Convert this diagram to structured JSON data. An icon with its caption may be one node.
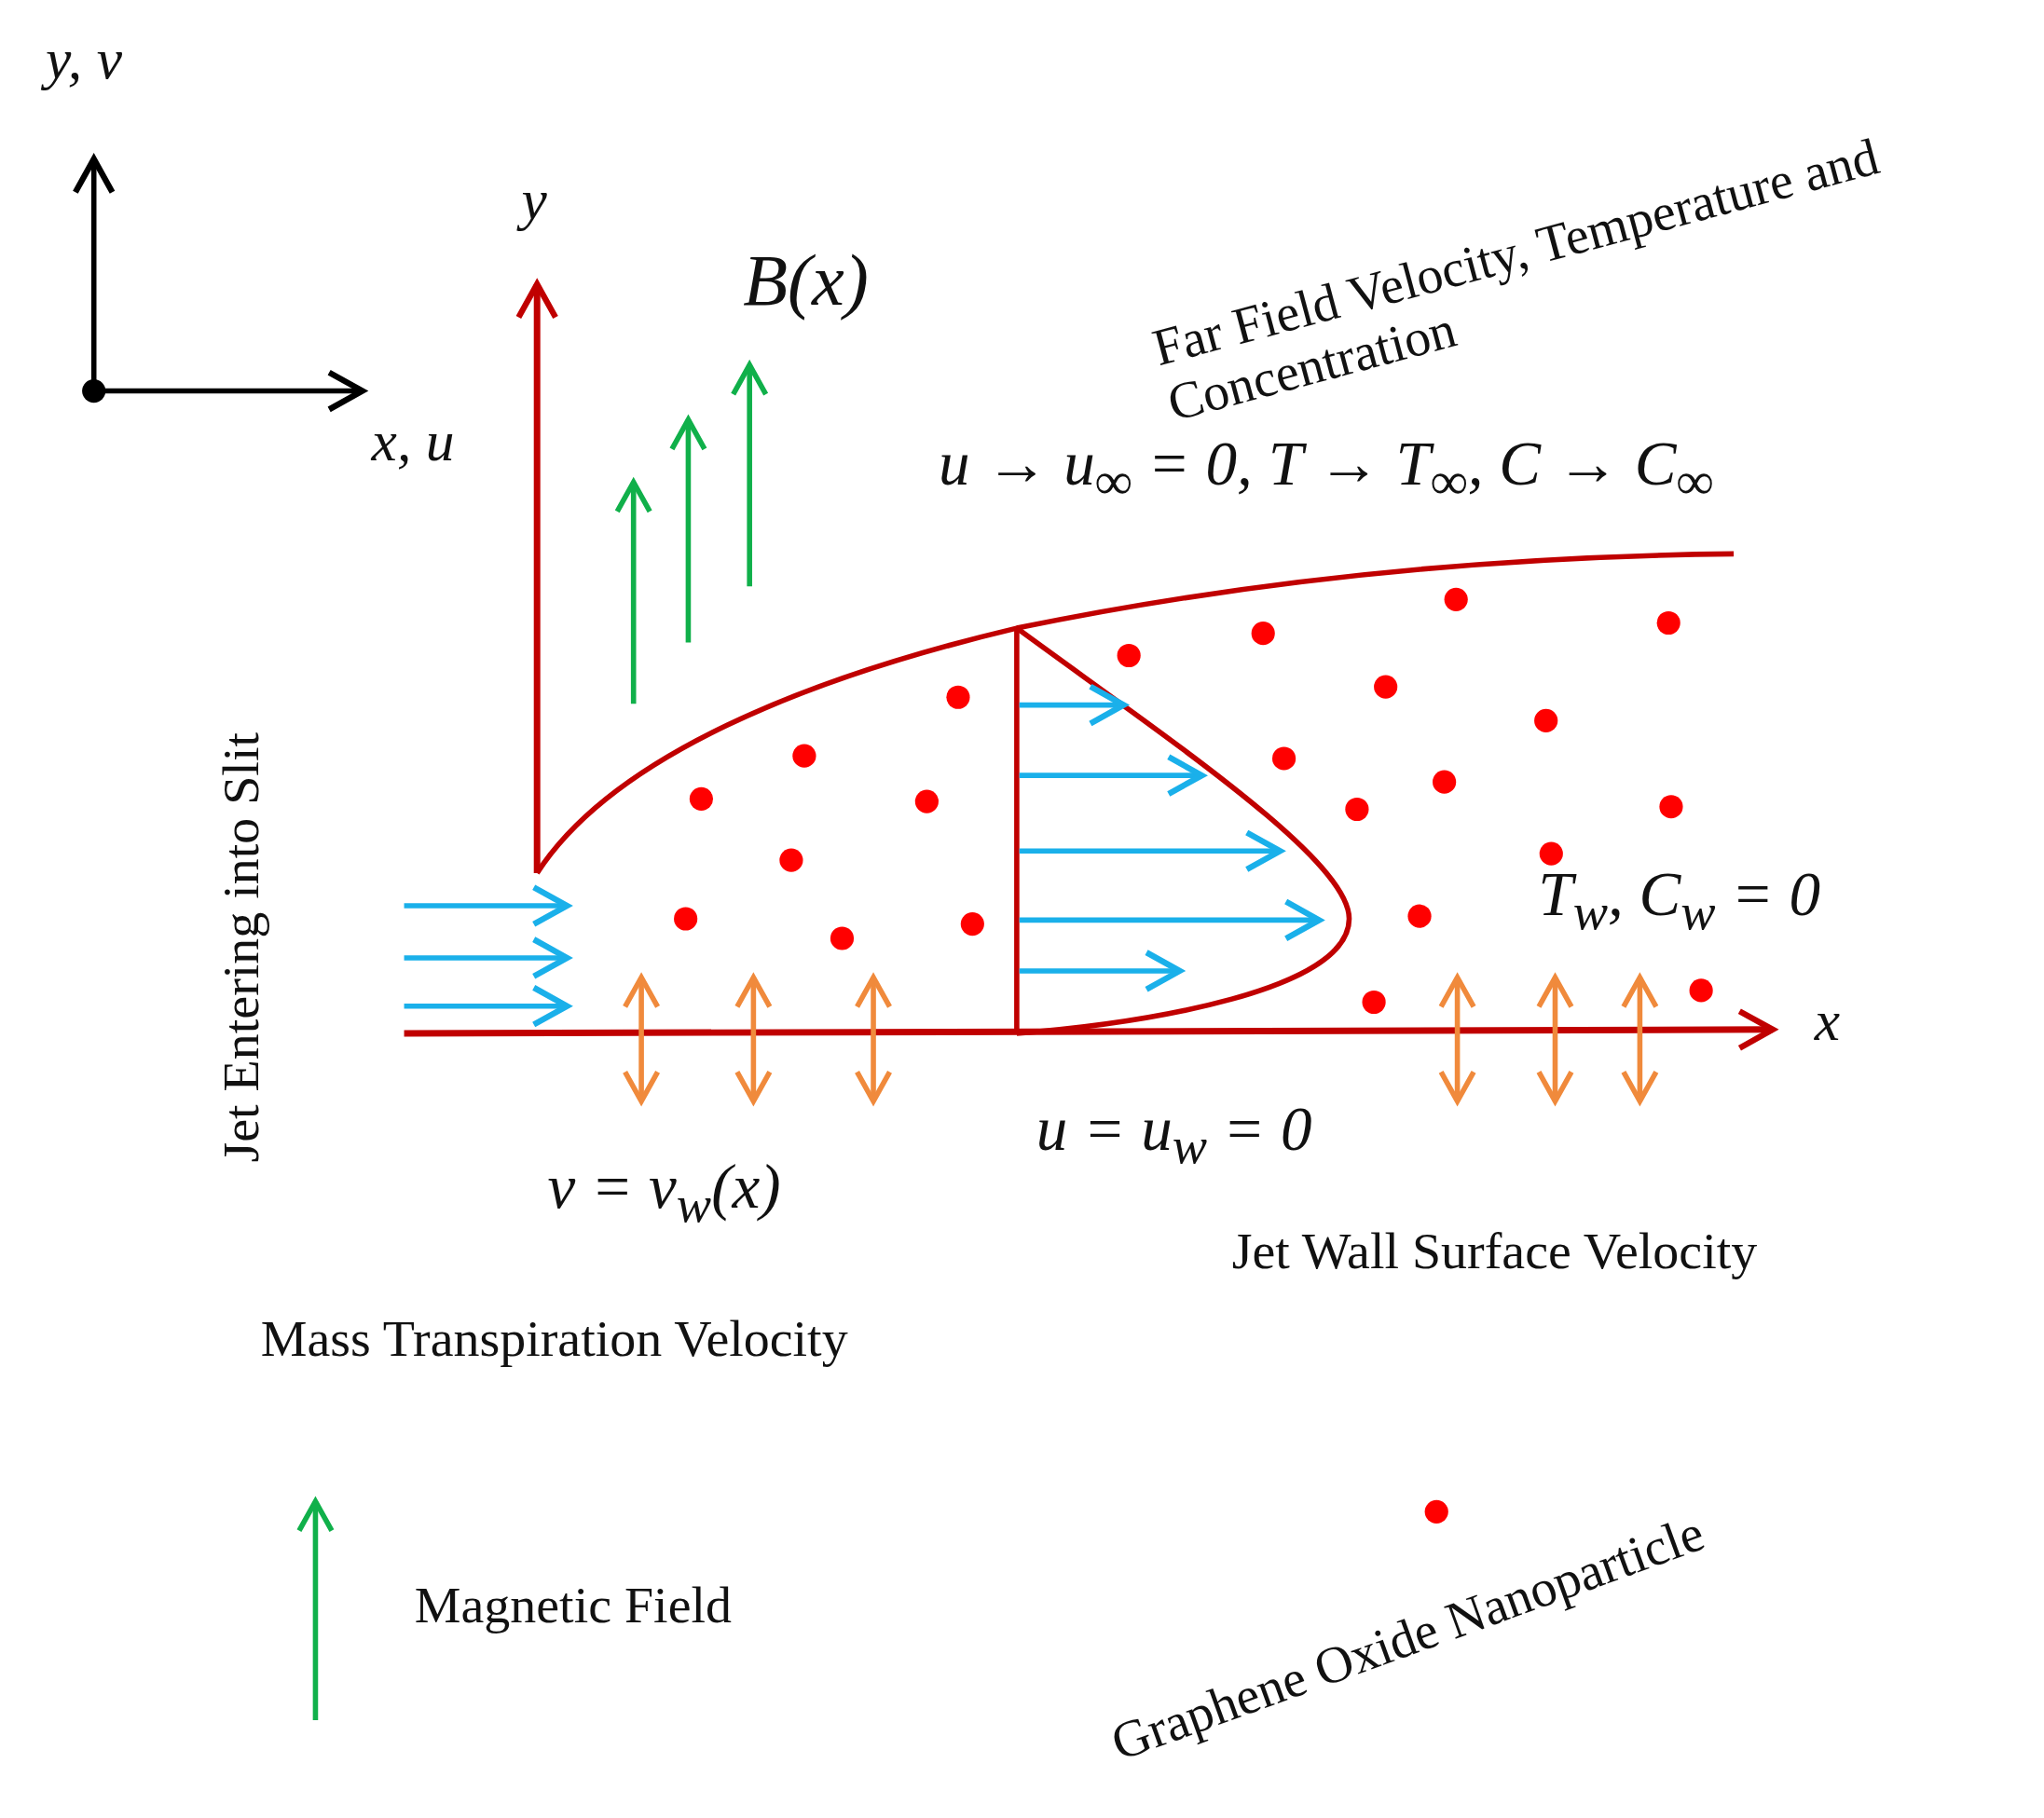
{
  "diagram": {
    "labels": [
      "y, v",
      "x, u",
      "y",
      "B(x)",
      "Far Field Velocity, Temperature and Concentration",
      "u → u$_{∞}$ = 0, T → T$_{∞}$, C → C$_{∞}$",
      "Jet Entering into Slit",
      "T$_{w}$, C$_{w}$ = 0",
      "x",
      "u = u$_{w}$ = 0",
      "v = v$_{w}$(x)",
      "Jet Wall Surface Velocity",
      "Mass Transpiration Velocity"
    ],
    "legend": [
      {
        "text": "Magnetic Field"
      },
      {
        "text": "Graphene Oxide Nanoparticle",
        "color": "#ff0000"
      }
    ]
  }
}
